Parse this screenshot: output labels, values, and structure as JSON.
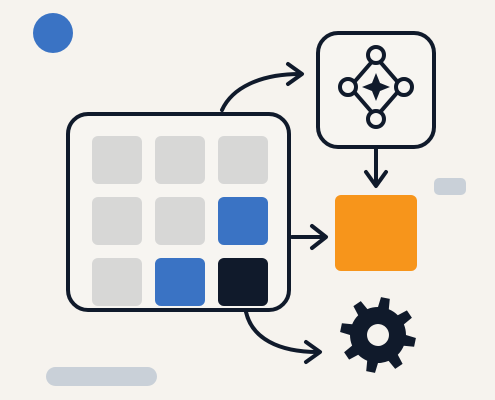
{
  "colors": {
    "background": "#f6f3ee",
    "ink": "#101a2b",
    "accent_blue": "#3a73c4",
    "accent_orange": "#f7951b",
    "light_gray": "#d7d7d6",
    "pill_gray": "#c9d0d8",
    "panel_fill": "#f7f5f1"
  },
  "icons": {
    "network": "network-node-icon",
    "gear": "gear-icon"
  },
  "grid": {
    "rows": 3,
    "columns": 3,
    "cells": [
      "gray",
      "gray",
      "gray",
      "gray",
      "gray",
      "blue",
      "gray",
      "blue",
      "dark"
    ]
  }
}
